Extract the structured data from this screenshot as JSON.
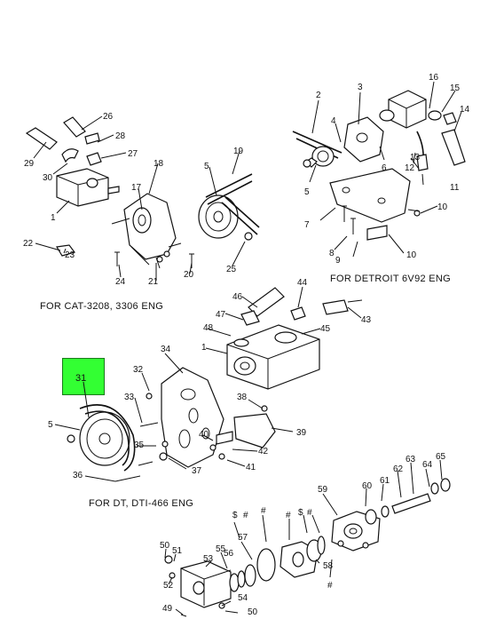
{
  "captions": {
    "detroit": "FOR DETROIT 6V92 ENG",
    "cat": "FOR CAT-3208, 3306 ENG",
    "dt": "FOR DT, DTI-466 ENG"
  },
  "highlight": {
    "label": "31",
    "color": "#33ff33"
  },
  "callouts": {
    "c2": "2",
    "c3": "3",
    "c4": "4",
    "c5a": "5",
    "c6": "6",
    "c7": "7",
    "c8": "8",
    "c9": "9",
    "c10a": "10",
    "c10b": "10",
    "c11": "11",
    "c12": "12",
    "c13": "13",
    "c14": "14",
    "c15": "15",
    "c16": "16",
    "c26": "26",
    "c28": "28",
    "c27": "27",
    "c29": "29",
    "c30": "30",
    "c1a": "1",
    "c17": "17",
    "c18": "18",
    "c19": "19",
    "c5b": "5",
    "c22": "22",
    "c23": "23",
    "c24": "24",
    "c21": "21",
    "c20": "20",
    "c25": "25",
    "c46": "46",
    "c44": "44",
    "c47": "47",
    "c48": "48",
    "c45": "45",
    "c43": "43",
    "c34": "34",
    "c1b": "1",
    "c32": "32",
    "c33": "33",
    "c5c": "5",
    "c38": "38",
    "c35": "35",
    "c40": "40",
    "c39": "39",
    "c42": "42",
    "c41": "41",
    "c37": "37",
    "c36": "36",
    "c59": "59",
    "c60": "60",
    "c61": "61",
    "c62": "62",
    "c63": "63",
    "c64": "64",
    "c65": "65",
    "c50a": "50",
    "c51": "51",
    "c52": "52",
    "c53": "53",
    "c55": "55",
    "c56": "56",
    "c57": "57",
    "c58": "58",
    "c54": "54",
    "c49": "49",
    "c50b": "50"
  },
  "symbols": {
    "s1": "$",
    "s2": "#",
    "s3": "#",
    "s4": "$",
    "s5": "#",
    "s6": "#",
    "s7": "#"
  }
}
